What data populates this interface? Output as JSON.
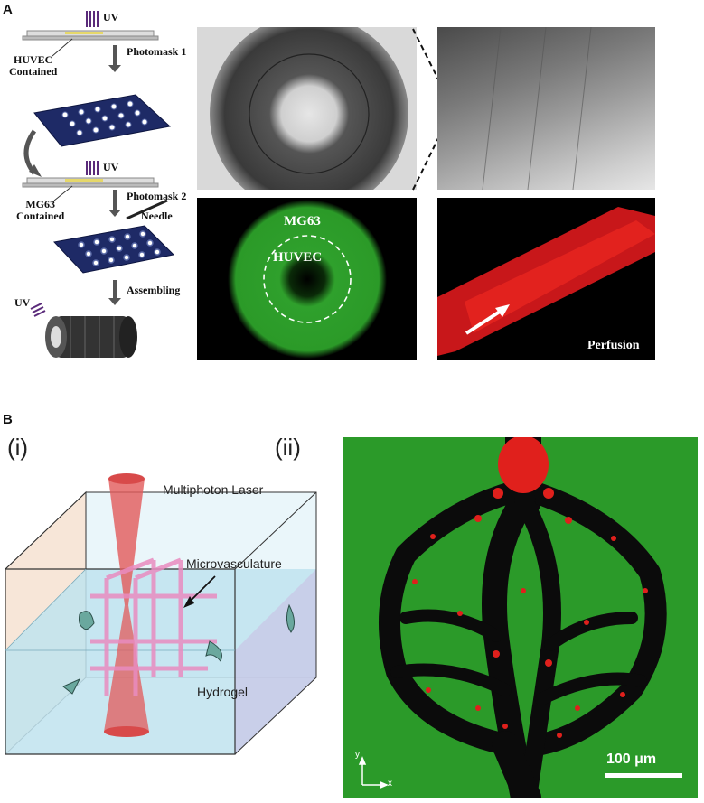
{
  "panel_a": {
    "letter": "A",
    "schematic": {
      "uv_top": "UV",
      "photomask1": "Photomask 1",
      "huvec_contained": "HUVEC\nContained",
      "uv_mid": "UV",
      "photomask2": "Photomask 2",
      "mg63_contained": "MG63\nContained",
      "needle": "Needle",
      "uv_bottom": "UV",
      "assembling": "Assembling"
    },
    "fluor_labels": {
      "mg63": "MG63",
      "huvec": "HUVEC",
      "perfusion": "Perfusion"
    }
  },
  "panel_b": {
    "letter": "B",
    "sub_i": "(i)",
    "sub_ii": "(ii)",
    "diagram_labels": {
      "laser": "Multiphoton Laser",
      "microvasculature": "Microvasculature",
      "hydrogel": "Hydrogel"
    },
    "axis_y": "y",
    "axis_x": "x",
    "scale_bar": "100 μm"
  },
  "colors": {
    "green_fluor": "#2fa02c",
    "red_fluor": "#e0201c",
    "hydrogel_blue": "#bfe3ee",
    "vessel_pink": "#e98cc0",
    "grid_blue": "#1e2a66"
  }
}
